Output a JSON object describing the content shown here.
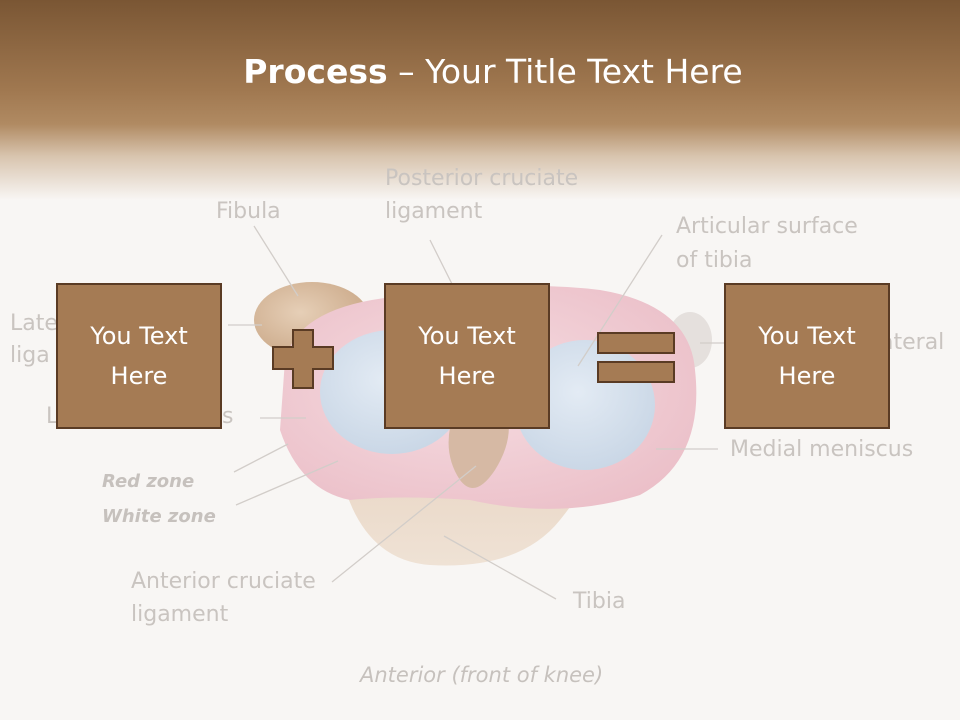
{
  "title": {
    "bold": "Process",
    "rest": " – Your Title Text Here"
  },
  "boxes": [
    {
      "text": "You Text\nHere"
    },
    {
      "text": "You Text\nHere"
    },
    {
      "text": "You Text\nHere"
    }
  ],
  "operators": {
    "plus": "plus-icon",
    "equals": "equals-icon"
  },
  "background_labels": {
    "fibula": "Fibula",
    "posterior_1": "Posterior cruciate",
    "posterior_2": "ligament",
    "articular_1": "Articular surface",
    "articular_2": "of tibia",
    "lateral_1": "Late",
    "lateral_2": "liga",
    "lateral_meniscus": "L",
    "lateral_meniscus_tail": "s",
    "collateral_tail": "ateral",
    "medial_meniscus": "Medial meniscus",
    "red_zone": "Red zone",
    "white_zone": "White zone",
    "anterior_1": "Anterior cruciate",
    "anterior_2": "ligament",
    "tibia": "Tibia",
    "footer": "Anterior (front of knee)"
  },
  "colors": {
    "box_fill": "#a57b54",
    "box_border": "#5a3b24",
    "header_dark": "#7a5634"
  }
}
